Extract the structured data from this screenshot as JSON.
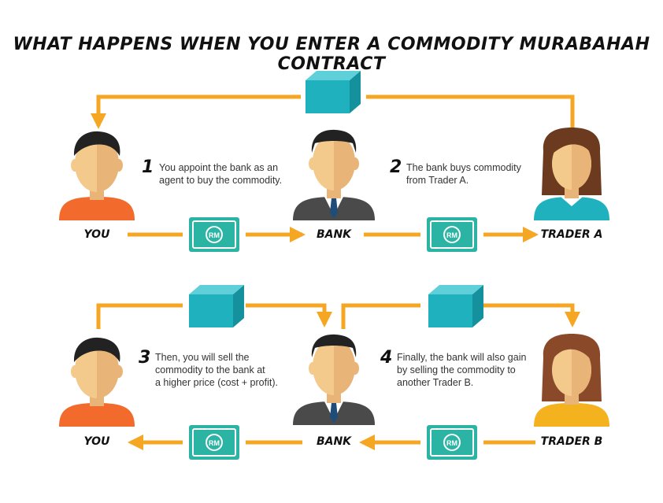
{
  "title": "WHAT HAPPENS WHEN YOU ENTER A COMMODITY MURABAHAH CONTRACT",
  "labels": {
    "you_top": "YOU",
    "bank_top": "BANK",
    "trader_a": "TRADER A",
    "you_bottom": "YOU",
    "bank_bottom": "BANK",
    "trader_b": "TRADER B"
  },
  "money_symbol": "RM",
  "steps": [
    {
      "num": "1",
      "lines": [
        "You appoint the bank as an",
        "agent to buy the commodity."
      ]
    },
    {
      "num": "2",
      "lines": [
        "The bank buys commodity",
        "from Trader A."
      ]
    },
    {
      "num": "3",
      "lines": [
        "Then, you will sell the",
        "commodity to the bank at",
        "a higher price (cost + profit)."
      ]
    },
    {
      "num": "4",
      "lines": [
        "Finally, the bank will also gain",
        "by selling the commodity to",
        "another Trader B."
      ]
    }
  ],
  "colors": {
    "arrow": "#f5a623",
    "box_front": "#1fb1be",
    "box_top": "#5fd0d9",
    "box_side": "#14919d",
    "money": "#2bb3a3",
    "skin": "#f4c98c",
    "skin_shade": "#e8b478",
    "you_shirt": "#f26b2c",
    "suit": "#4a4a4a",
    "trader_a_shirt": "#1fb1be",
    "trader_b_shirt": "#f5b21f"
  }
}
